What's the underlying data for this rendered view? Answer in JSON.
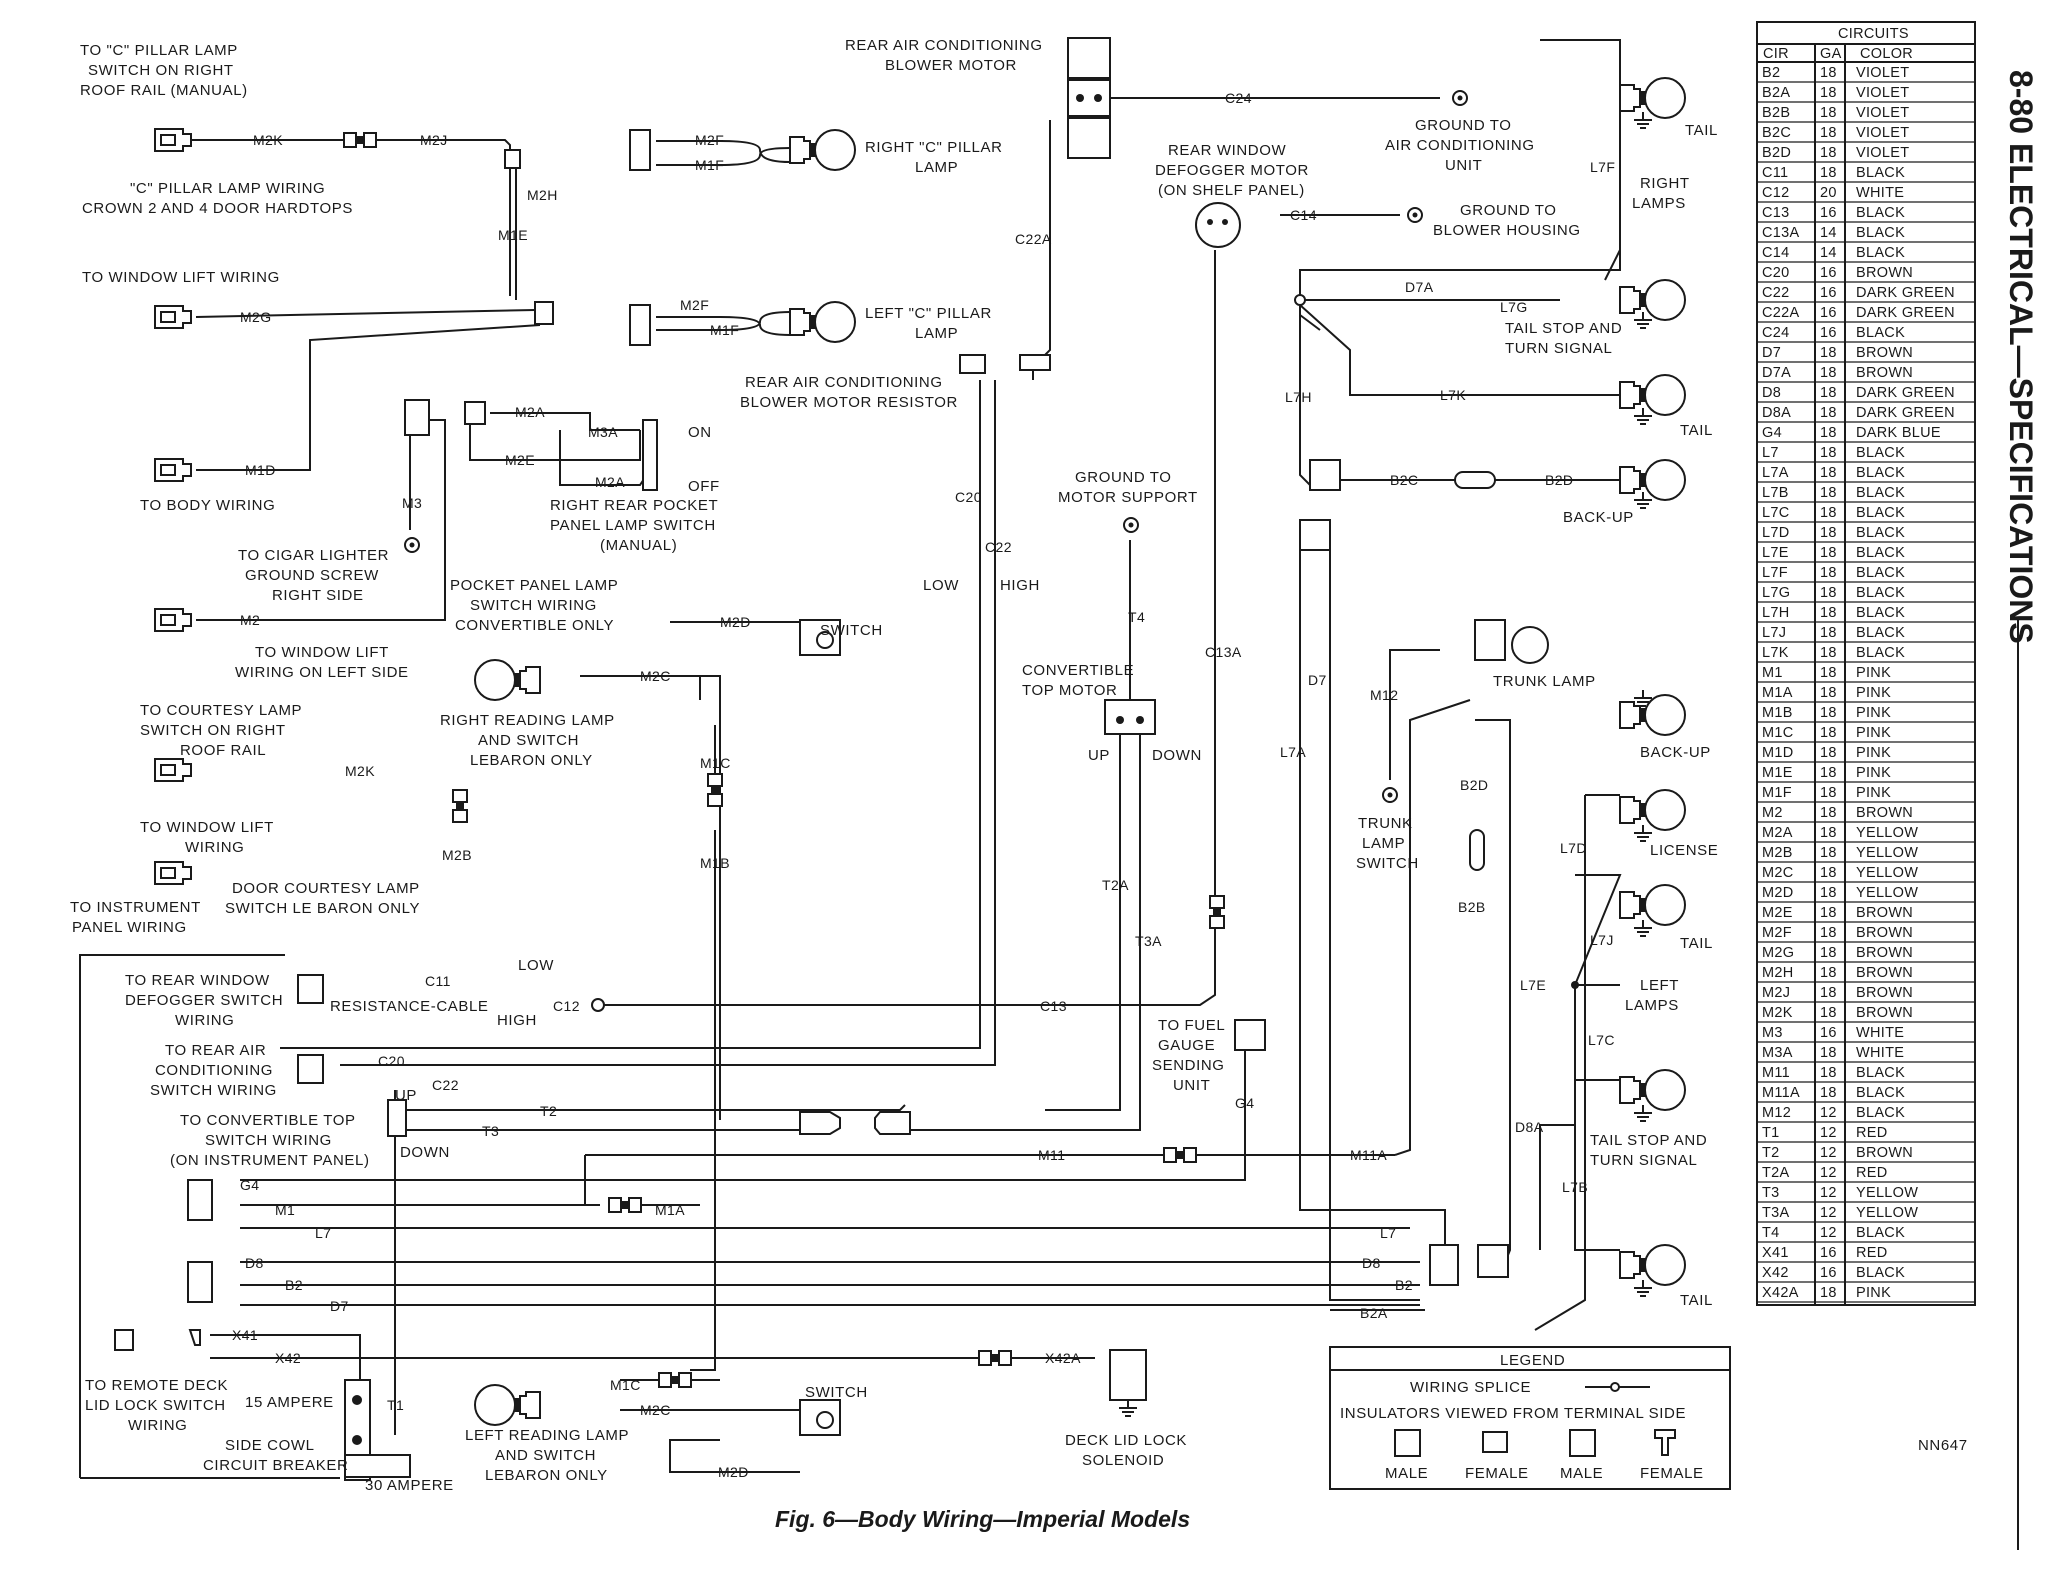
{
  "labels": {
    "c_pillar_switch": [
      "TO \"C\" PILLAR LAMP",
      "SWITCH ON RIGHT",
      "ROOF RAIL (MANUAL)"
    ],
    "c_pillar_wiring": [
      "\"C\" PILLAR LAMP WIRING",
      "CROWN 2 AND 4 DOOR HARDTOPS"
    ],
    "window_lift_1": [
      "TO WINDOW LIFT WIRING"
    ],
    "body_wiring": [
      "TO BODY WIRING"
    ],
    "cigar_lighter": [
      "TO CIGAR LIGHTER",
      "GROUND SCREW",
      "RIGHT SIDE"
    ],
    "window_lift_left": [
      "TO WINDOW LIFT",
      "WIRING ON LEFT SIDE"
    ],
    "courtesy_switch": [
      "TO COURTESY LAMP",
      "SWITCH ON RIGHT",
      "ROOF RAIL"
    ],
    "window_lift_2": [
      "TO WINDOW LIFT",
      "WIRING"
    ],
    "door_courtesy": [
      "DOOR COURTESY LAMP",
      "SWITCH LE BARON ONLY"
    ],
    "instrument_panel": [
      "TO INSTRUMENT",
      "PANEL WIRING"
    ],
    "defogger_switch": [
      "TO REAR WINDOW",
      "DEFOGGER SWITCH",
      "WIRING"
    ],
    "ac_switch": [
      "TO REAR AIR",
      "CONDITIONING",
      "SWITCH WIRING"
    ],
    "conv_top_switch": [
      "TO CONVERTIBLE TOP",
      "SWITCH WIRING",
      "(ON INSTRUMENT PANEL)"
    ],
    "remote_deck": [
      "TO REMOTE DECK",
      "LID LOCK SWITCH",
      "WIRING"
    ],
    "amp15": [
      "15 AMPERE"
    ],
    "amp30": [
      "30 AMPERE"
    ],
    "circuit_breaker": [
      "SIDE COWL",
      "CIRCUIT BREAKER"
    ],
    "rear_ac_motor": [
      "REAR AIR CONDITIONING",
      "BLOWER MOTOR"
    ],
    "right_c_lamp": [
      "RIGHT \"C\" PILLAR",
      "LAMP"
    ],
    "left_c_lamp": [
      "LEFT \"C\" PILLAR",
      "LAMP"
    ],
    "blower_resistor": [
      "REAR AIR CONDITIONING",
      "BLOWER MOTOR RESISTOR"
    ],
    "pocket_switch": [
      "RIGHT REAR POCKET",
      "PANEL LAMP SWITCH",
      "(MANUAL)"
    ],
    "on": "ON",
    "off": "OFF",
    "pocket_wiring": [
      "POCKET PANEL LAMP",
      "SWITCH WIRING",
      "CONVERTIBLE ONLY"
    ],
    "switch": "SWITCH",
    "right_reading": [
      "RIGHT READING LAMP",
      "AND SWITCH",
      "LEBARON ONLY"
    ],
    "left_reading": [
      "LEFT READING LAMP",
      "AND SWITCH",
      "LEBARON ONLY"
    ],
    "low": "LOW",
    "high": "HIGH",
    "resistance_cable": "RESISTANCE-CABLE",
    "up": "UP",
    "down": "DOWN",
    "ground_ac": [
      "GROUND TO",
      "AIR CONDITIONING",
      "UNIT"
    ],
    "defogger_motor": [
      "REAR WINDOW",
      "DEFOGGER MOTOR",
      "(ON SHELF PANEL)"
    ],
    "ground_blower": [
      "GROUND TO",
      "BLOWER HOUSING"
    ],
    "ground_motor": [
      "GROUND TO",
      "MOTOR SUPPORT"
    ],
    "conv_motor": [
      "CONVERTIBLE",
      "TOP MOTOR"
    ],
    "fuel_gauge": [
      "TO FUEL",
      "GAUGE",
      "SENDING",
      "UNIT"
    ],
    "deck_solenoid": [
      "DECK LID LOCK",
      "SOLENOID"
    ],
    "tail": "TAIL",
    "right_lamps": [
      "RIGHT",
      "LAMPS"
    ],
    "tail_stop_turn": [
      "TAIL STOP AND",
      "TURN SIGNAL"
    ],
    "back_up": "BACK-UP",
    "trunk_lamp": "TRUNK LAMP",
    "trunk_switch": [
      "TRUNK",
      "LAMP",
      "SWITCH"
    ],
    "license": "LICENSE",
    "left_lamps": [
      "LEFT",
      "LAMPS"
    ],
    "fig_code": "NN647"
  },
  "wires": {
    "m2k": "M2K",
    "m2j": "M2J",
    "m2h": "M2H",
    "m1e": "M1E",
    "m2g": "M2G",
    "m1d": "M1D",
    "m3": "M3",
    "m2": "M2",
    "m2b": "M2B",
    "m2f": "M2F",
    "m1f": "M1F",
    "m2a": "M2A",
    "m3a": "M3A",
    "m2e": "M2E",
    "m2d": "M2D",
    "m2c": "M2C",
    "m1c": "M1C",
    "m1b": "M1B",
    "c24": "C24",
    "c22a": "C22A",
    "c20": "C20",
    "c22": "C22",
    "c14": "C14",
    "c13a": "C13A",
    "c11": "C11",
    "c12": "C12",
    "c13": "C13",
    "t2": "T2",
    "t3": "T3",
    "t4": "T4",
    "t2a": "T2A",
    "t3a": "T3A",
    "g4": "G4",
    "m1": "M1",
    "m1a": "M1A",
    "l7": "L7",
    "d8": "D8",
    "b2": "B2",
    "d7": "D7",
    "x41": "X41",
    "x42": "X42",
    "x42a": "X42A",
    "t1": "T1",
    "m11": "M11",
    "m11a": "M11A",
    "m12": "M12",
    "l7f": "L7F",
    "d7a": "D7A",
    "l7g": "L7G",
    "l7h": "L7H",
    "l7k": "L7K",
    "b2c": "B2C",
    "b2d": "B2D",
    "l7a": "L7A",
    "b2b": "B2B",
    "l7d": "L7D",
    "l7j": "L7J",
    "l7e": "L7E",
    "l7c": "L7C",
    "d8a": "D8A",
    "l7b": "L7B",
    "b2a": "B2A"
  },
  "circuits_table": {
    "title": "CIRCUITS",
    "headers": [
      "CIR",
      "GA",
      "COLOR"
    ],
    "rows": [
      [
        "B2",
        "18",
        "VIOLET"
      ],
      [
        "B2A",
        "18",
        "VIOLET"
      ],
      [
        "B2B",
        "18",
        "VIOLET"
      ],
      [
        "B2C",
        "18",
        "VIOLET"
      ],
      [
        "B2D",
        "18",
        "VIOLET"
      ],
      [
        "C11",
        "18",
        "BLACK"
      ],
      [
        "C12",
        "20",
        "WHITE"
      ],
      [
        "C13",
        "16",
        "BLACK"
      ],
      [
        "C13A",
        "14",
        "BLACK"
      ],
      [
        "C14",
        "14",
        "BLACK"
      ],
      [
        "C20",
        "16",
        "BROWN"
      ],
      [
        "C22",
        "16",
        "DARK GREEN"
      ],
      [
        "C22A",
        "16",
        "DARK GREEN"
      ],
      [
        "C24",
        "16",
        "BLACK"
      ],
      [
        "D7",
        "18",
        "BROWN"
      ],
      [
        "D7A",
        "18",
        "BROWN"
      ],
      [
        "D8",
        "18",
        "DARK GREEN"
      ],
      [
        "D8A",
        "18",
        "DARK GREEN"
      ],
      [
        "G4",
        "18",
        "DARK BLUE"
      ],
      [
        "L7",
        "18",
        "BLACK"
      ],
      [
        "L7A",
        "18",
        "BLACK"
      ],
      [
        "L7B",
        "18",
        "BLACK"
      ],
      [
        "L7C",
        "18",
        "BLACK"
      ],
      [
        "L7D",
        "18",
        "BLACK"
      ],
      [
        "L7E",
        "18",
        "BLACK"
      ],
      [
        "L7F",
        "18",
        "BLACK"
      ],
      [
        "L7G",
        "18",
        "BLACK"
      ],
      [
        "L7H",
        "18",
        "BLACK"
      ],
      [
        "L7J",
        "18",
        "BLACK"
      ],
      [
        "L7K",
        "18",
        "BLACK"
      ],
      [
        "M1",
        "18",
        "PINK"
      ],
      [
        "M1A",
        "18",
        "PINK"
      ],
      [
        "M1B",
        "18",
        "PINK"
      ],
      [
        "M1C",
        "18",
        "PINK"
      ],
      [
        "M1D",
        "18",
        "PINK"
      ],
      [
        "M1E",
        "18",
        "PINK"
      ],
      [
        "M1F",
        "18",
        "PINK"
      ],
      [
        "M2",
        "18",
        "BROWN"
      ],
      [
        "M2A",
        "18",
        "YELLOW"
      ],
      [
        "M2B",
        "18",
        "YELLOW"
      ],
      [
        "M2C",
        "18",
        "YELLOW"
      ],
      [
        "M2D",
        "18",
        "YELLOW"
      ],
      [
        "M2E",
        "18",
        "BROWN"
      ],
      [
        "M2F",
        "18",
        "BROWN"
      ],
      [
        "M2G",
        "18",
        "BROWN"
      ],
      [
        "M2H",
        "18",
        "BROWN"
      ],
      [
        "M2J",
        "18",
        "BROWN"
      ],
      [
        "M2K",
        "18",
        "BROWN"
      ],
      [
        "M3",
        "16",
        "WHITE"
      ],
      [
        "M3A",
        "18",
        "WHITE"
      ],
      [
        "M11",
        "18",
        "BLACK"
      ],
      [
        "M11A",
        "18",
        "BLACK"
      ],
      [
        "M12",
        "12",
        "BLACK"
      ],
      [
        "T1",
        "12",
        "RED"
      ],
      [
        "T2",
        "12",
        "BROWN"
      ],
      [
        "T2A",
        "12",
        "RED"
      ],
      [
        "T3",
        "12",
        "YELLOW"
      ],
      [
        "T3A",
        "12",
        "YELLOW"
      ],
      [
        "T4",
        "12",
        "BLACK"
      ],
      [
        "X41",
        "16",
        "RED"
      ],
      [
        "X42",
        "16",
        "BLACK"
      ],
      [
        "X42A",
        "18",
        "PINK"
      ]
    ]
  },
  "legend": {
    "title": "LEGEND",
    "splice": "WIRING SPLICE",
    "insulators": "INSULATORS VIEWED FROM TERMINAL SIDE",
    "male": "MALE",
    "female": "FEMALE"
  },
  "caption": "Fig. 6—Body Wiring—Imperial Models",
  "side_title": "8-80 ELECTRICAL—SPECIFICATIONS"
}
